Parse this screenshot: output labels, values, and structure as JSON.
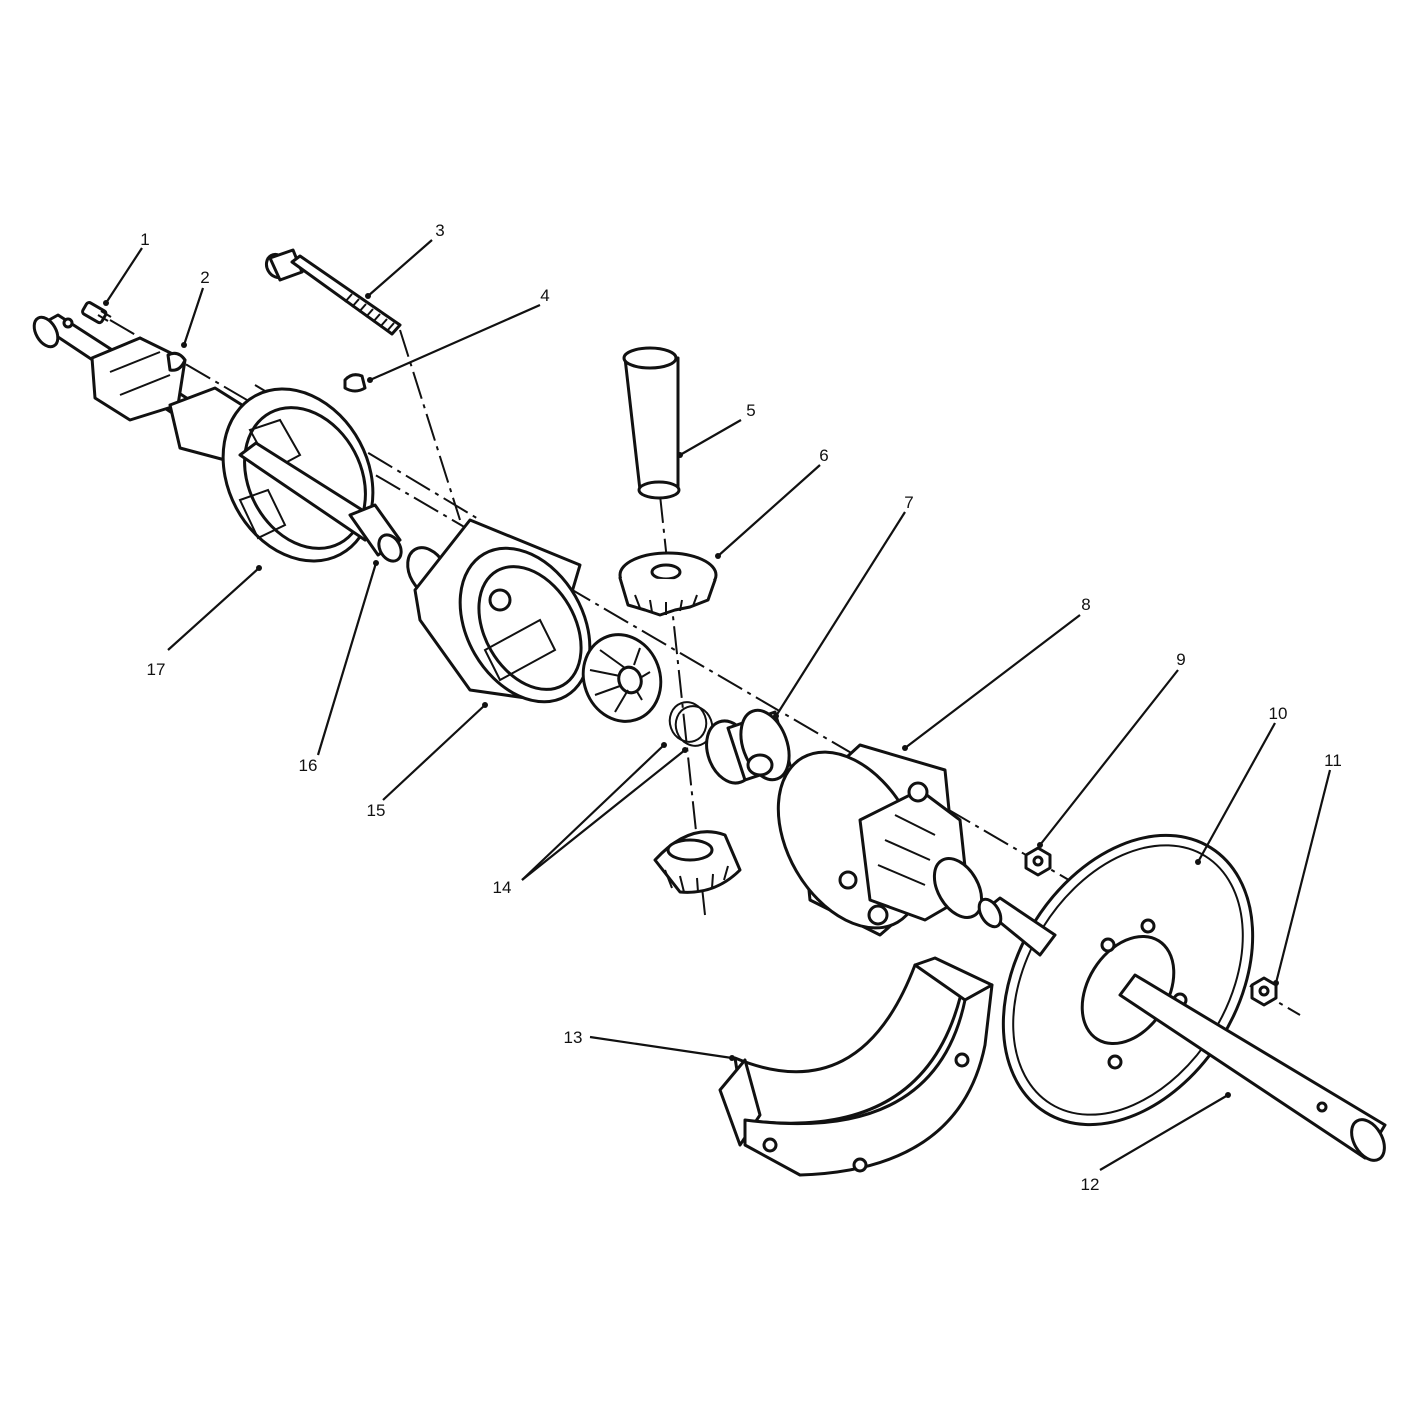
{
  "diagram": {
    "callouts": [
      {
        "id": "callout-1",
        "label": "1"
      },
      {
        "id": "callout-2",
        "label": "2"
      },
      {
        "id": "callout-3",
        "label": "3"
      },
      {
        "id": "callout-4",
        "label": "4"
      },
      {
        "id": "callout-5",
        "label": "5"
      },
      {
        "id": "callout-6",
        "label": "6"
      },
      {
        "id": "callout-7",
        "label": "7"
      },
      {
        "id": "callout-8",
        "label": "8"
      },
      {
        "id": "callout-9",
        "label": "9"
      },
      {
        "id": "callout-10",
        "label": "10"
      },
      {
        "id": "callout-11",
        "label": "11"
      },
      {
        "id": "callout-12",
        "label": "12"
      },
      {
        "id": "callout-13",
        "label": "13"
      },
      {
        "id": "callout-14",
        "label": "14"
      },
      {
        "id": "callout-15",
        "label": "15"
      },
      {
        "id": "callout-16",
        "label": "16"
      },
      {
        "id": "callout-17",
        "label": "17"
      }
    ]
  }
}
